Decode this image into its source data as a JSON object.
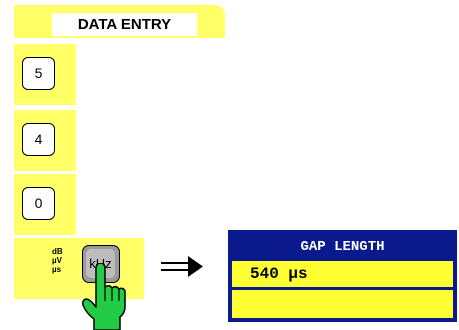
{
  "header": {
    "title": "DATA ENTRY"
  },
  "keys": [
    {
      "label": "5"
    },
    {
      "label": "4"
    },
    {
      "label": "0"
    }
  ],
  "unit_key": {
    "unit_labels": [
      "dB",
      "µV",
      "µs"
    ],
    "label": "kHz"
  },
  "display": {
    "title": "GAP LENGTH",
    "value": "540 µs"
  },
  "colors": {
    "panel": "#ffff66",
    "display_frame": "#0a1a8c",
    "display_field": "#ffff33",
    "hand": "#22cc44"
  },
  "icons": {
    "pointer": "hand-pointer-icon",
    "arrow": "double-arrow-right-icon"
  }
}
